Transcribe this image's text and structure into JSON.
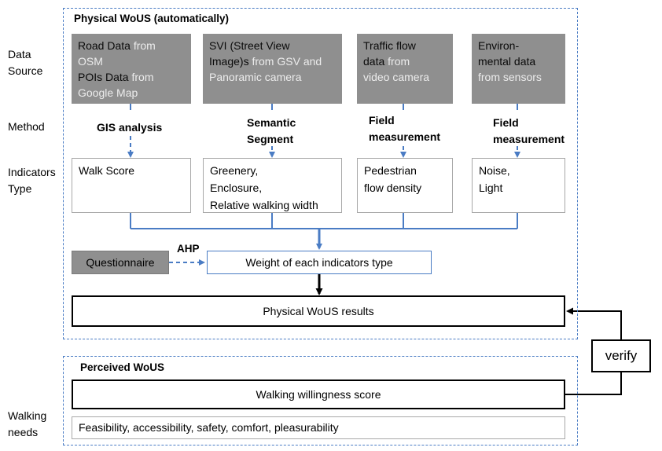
{
  "side_labels": {
    "data_source": [
      "Data",
      "Source"
    ],
    "method": "Method",
    "indicators_type": [
      "Indicators",
      "Type"
    ],
    "walking_needs": [
      "Walking",
      "needs"
    ]
  },
  "physical_panel": {
    "title": "Physical WoUS (automatically)"
  },
  "perceived_panel": {
    "title": "Perceived WoUS"
  },
  "sources": [
    {
      "line1_dark": "Road Data",
      "line1_light": " from",
      "line2": "OSM",
      "line3_dark": "POIs Data",
      "line3_light": " from",
      "line4": "Google Map"
    },
    {
      "line1_dark": "SVI (Street View",
      "line2_dark": "Image)s",
      "line2_light": " from GSV and",
      "line3": "Panoramic camera"
    },
    {
      "line1_dark": "Traffic flow",
      "line2_dark": "data",
      "line2_light": " from",
      "line3": "video camera"
    },
    {
      "line1_dark": "Environ-",
      "line2_dark": "mental data",
      "line3": "from sensors"
    }
  ],
  "methods": [
    {
      "line1": "GIS analysis",
      "line2": ""
    },
    {
      "line1": "Semantic",
      "line2": "Segment"
    },
    {
      "line1": "Field",
      "line2": "measurement"
    },
    {
      "line1": "Field",
      "line2": "measurement"
    }
  ],
  "indicators": [
    {
      "lines": [
        "Walk Score"
      ]
    },
    {
      "lines": [
        "Greenery,",
        "Enclosure,",
        "Relative walking width"
      ]
    },
    {
      "lines": [
        "Pedestrian",
        "flow density"
      ]
    },
    {
      "lines": [
        "Noise,",
        "Light"
      ]
    }
  ],
  "questionnaire": "Questionnaire",
  "ahp_label": "AHP",
  "weight_box": "Weight of each indicators type",
  "physical_results": "Physical WoUS results",
  "verify": "verify",
  "willingness": "Walking willingness score",
  "needs": "Feasibility, accessibility, safety, comfort, pleasurability",
  "colors": {
    "accent_blue": "#4a7cc4",
    "gray_box": "#8f8f8f",
    "light_text": "#ececec"
  }
}
